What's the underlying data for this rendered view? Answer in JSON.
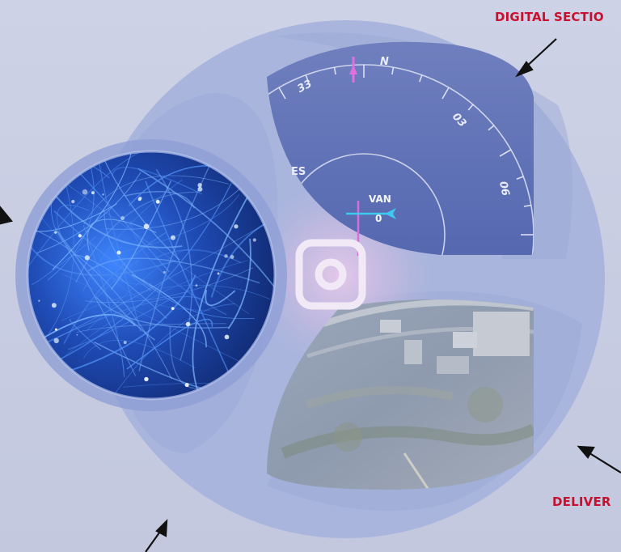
{
  "callouts": {
    "top_right": "DIGITAL SECTIO",
    "bottom_right": "DELIVER"
  },
  "compass": {
    "heading_labels": [
      "33",
      "N",
      "03",
      "06"
    ],
    "marker_labels": [
      "ES",
      "VAN",
      "0"
    ]
  },
  "center_icon": "camera-icon",
  "colors": {
    "callout_text": "#c8102e",
    "outer_disc": "#a7b4dc",
    "compass_panel": "#5a6fb4",
    "heading_marker": "#e070e0",
    "course_marker": "#40c8f0",
    "center_glow": "#dcc3e6"
  }
}
